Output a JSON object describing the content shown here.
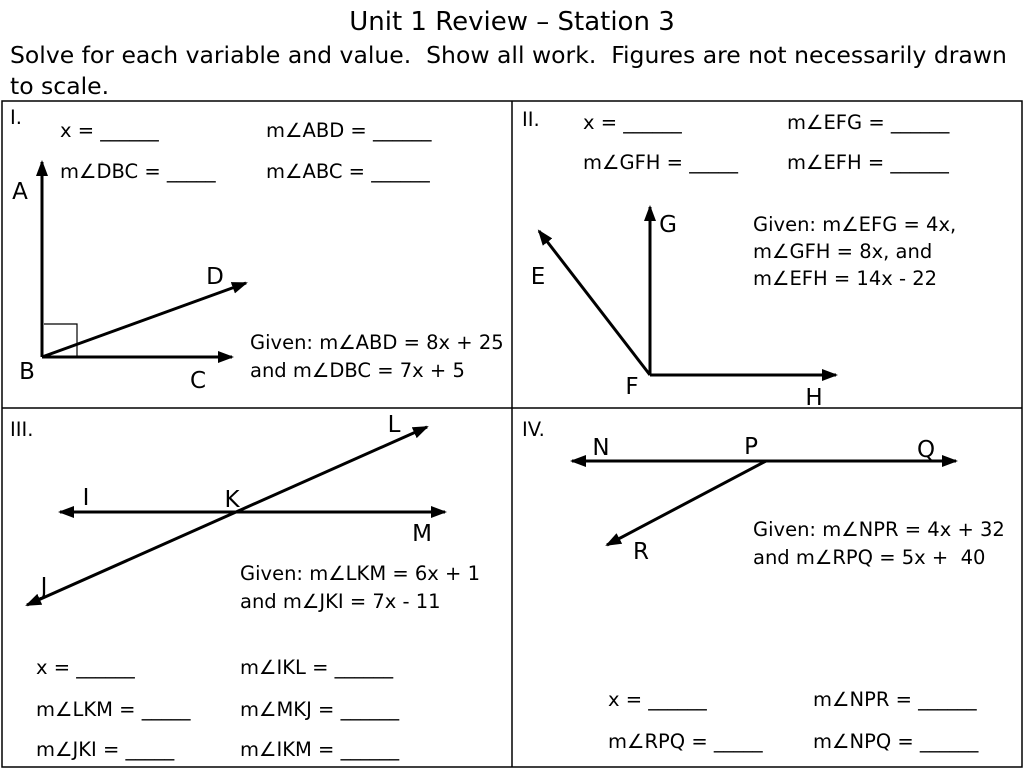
{
  "title": "Unit 1 Review – Station 3",
  "instructions": "Solve for each variable and value.  Show all work.  Figures are not necessarily drawn to scale.",
  "problems": [
    {
      "number": "I.",
      "blanks": [
        "x = ______",
        "m∠ABD = ______",
        "m∠DBC = _____",
        "m∠ABC = ______"
      ],
      "given": [
        "Given: m∠ABD = 8x + 25",
        "and m∠DBC = 7x + 5"
      ],
      "points": {
        "A": "A",
        "B": "B",
        "C": "C",
        "D": "D"
      }
    },
    {
      "number": "II.",
      "blanks": [
        "x = ______",
        "m∠EFG = ______",
        "m∠GFH = _____",
        "m∠EFH = ______"
      ],
      "given": [
        "Given: m∠EFG = 4x,",
        "m∠GFH = 8x, and",
        "m∠EFH = 14x - 22"
      ],
      "points": {
        "E": "E",
        "F": "F",
        "G": "G",
        "H": "H"
      }
    },
    {
      "number": "III.",
      "blanks": [
        "x = ______",
        "m∠IKL = ______",
        "m∠LKM = _____",
        "m∠MKJ = ______",
        "m∠JKI = _____",
        "m∠IKM = ______"
      ],
      "given": [
        "Given: m∠LKM = 6x + 1",
        "and m∠JKI = 7x - 11"
      ],
      "points": {
        "I": "I",
        "J": "J",
        "K": "K",
        "L": "L",
        "M": "M"
      }
    },
    {
      "number": "IV.",
      "blanks": [
        "x = ______",
        "m∠NPR = ______",
        "m∠RPQ = _____",
        "m∠NPQ = ______"
      ],
      "given": [
        "Given: m∠NPR = 4x + 32",
        "and m∠RPQ = 5x +  40"
      ],
      "points": {
        "N": "N",
        "P": "P",
        "Q": "Q",
        "R": "R"
      }
    }
  ]
}
